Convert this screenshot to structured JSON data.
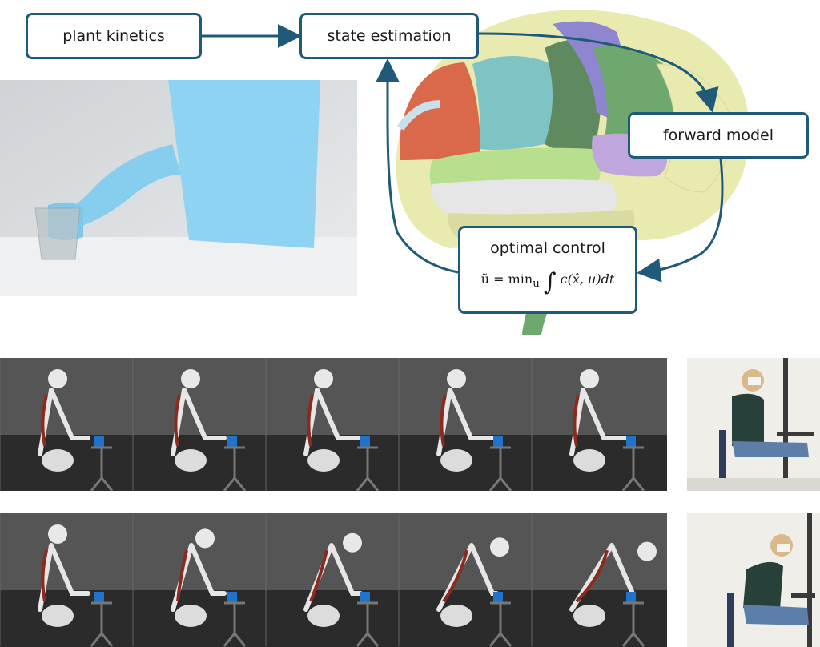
{
  "diagram": {
    "boxes": {
      "plant_kinetics": "plant kinetics",
      "state_estimation": "state estimation",
      "forward_model": "forward model",
      "optimal_control": "optimal control"
    },
    "formula": {
      "lhs": "ũ = min",
      "sub": "u",
      "integral": "∫",
      "rhs": "c(x̂, u)dt"
    }
  },
  "colors": {
    "arrow": "#1f5a78",
    "figure": "#8fd3f2",
    "sim_background": "#555555",
    "floor": "#2b2b2b",
    "cup": "#1f74c8",
    "brain_regions": [
      "#e8eab0",
      "#d9694a",
      "#7fc4c4",
      "#5f8a5f",
      "#8e86cf",
      "#b8df8e",
      "#e6e6e6",
      "#bfa6dc",
      "#6fa86f"
    ]
  },
  "icons": [
    "arrow-icon",
    "brain-illustration",
    "avatar-figure",
    "skeleton-figure",
    "cup-icon",
    "photo-person"
  ]
}
